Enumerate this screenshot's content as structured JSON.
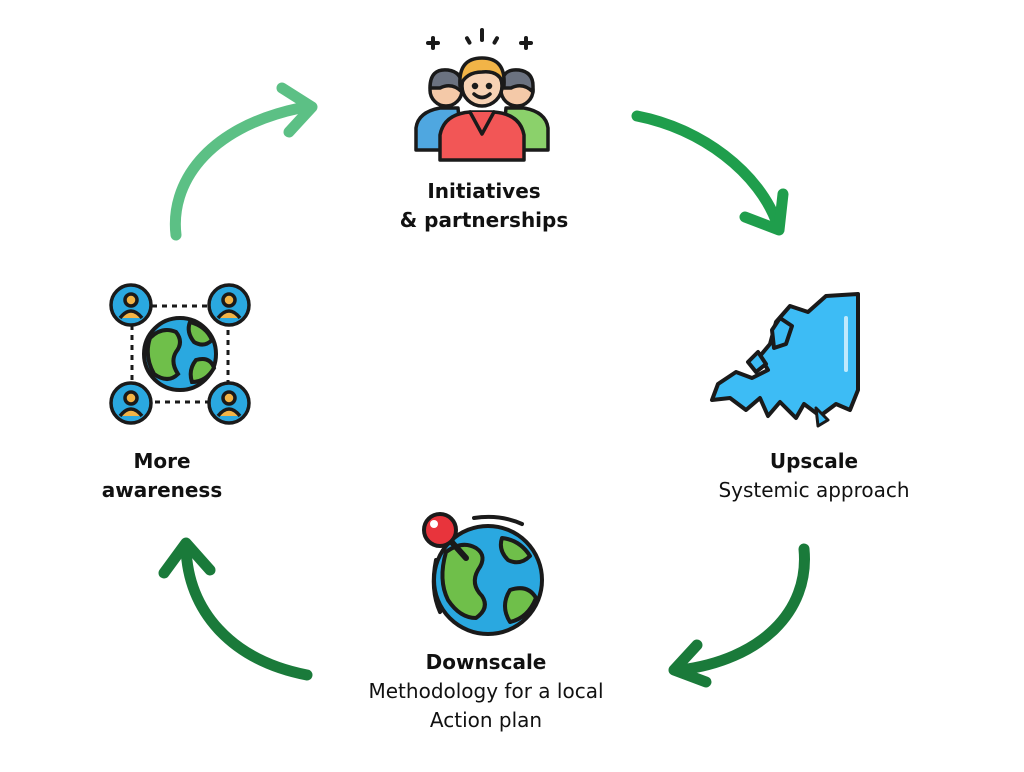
{
  "nodes": {
    "top": {
      "title_line1": "Initiatives",
      "title_line2": "& partnerships"
    },
    "right": {
      "title": "Upscale",
      "subtitle": "Systemic approach"
    },
    "bottom": {
      "title": "Downscale",
      "subtitle_line1": "Methodology for a local",
      "subtitle_line2": "Action plan"
    },
    "left": {
      "title_line1": "More",
      "title_line2": "awareness"
    }
  },
  "icons": {
    "top": "group-of-people-icon",
    "right": "europe-map-icon",
    "bottom": "globe-with-location-pin-icon",
    "left": "connected-people-globe-icon"
  },
  "colors": {
    "arrow_light": "#5cc085",
    "arrow_mid": "#1f9e4c",
    "arrow_dark": "#1a7a3a",
    "europe_blue": "#3dbcf5",
    "globe_green": "#6fbf4a",
    "globe_blue": "#2aa8e0",
    "pin_red": "#e8343c",
    "outline": "#1a1a1a"
  }
}
